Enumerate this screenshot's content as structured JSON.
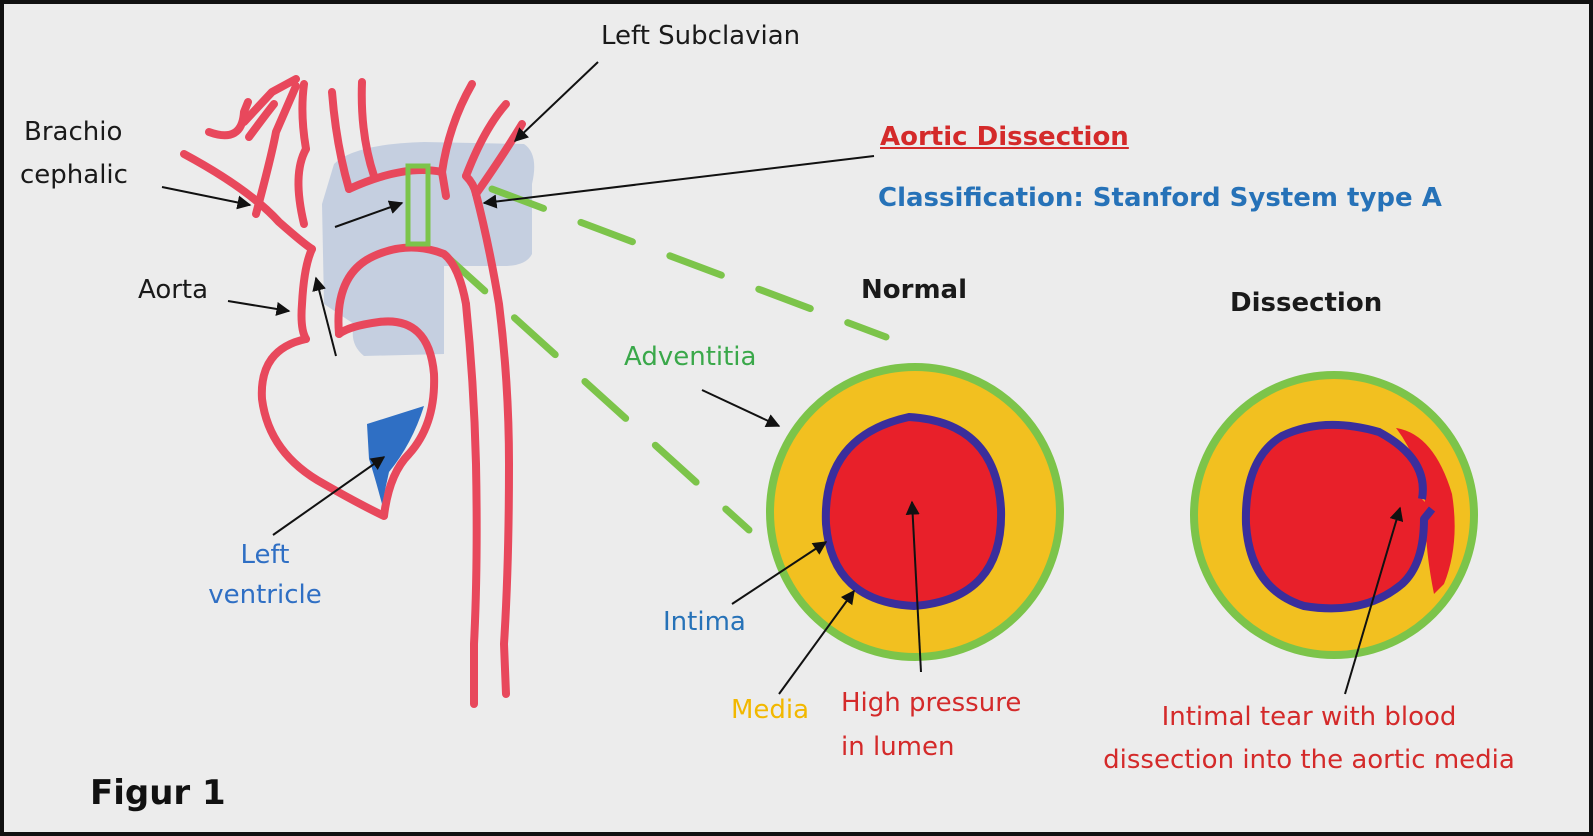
{
  "labels": {
    "left_subclavian": "Left Subclavian",
    "brachio": "Brachio",
    "cephalic": "cephalic",
    "aorta": "Aorta",
    "left_ventricle_1": "Left",
    "left_ventricle_2": "ventricle",
    "title": "Aortic Dissection",
    "classification": "Classification: Stanford System type A",
    "normal": "Normal",
    "dissection": "Dissection",
    "adventitia": "Adventitia",
    "intima": "Intima",
    "media": "Media",
    "high_pressure_1": "High pressure",
    "high_pressure_2": "in lumen",
    "tear_1": "Intimal tear with blood",
    "tear_2": "dissection into the aortic media",
    "figure": "Figur 1"
  },
  "colors": {
    "background": "#ececec",
    "vessel_red": "#e8485c",
    "lumen_red": "#e8202a",
    "media_yellow": "#f2c020",
    "adventitia_green": "#7cc44a",
    "intima_blue": "#3a2e9c",
    "ventricle_blue": "#2f6fc4",
    "highlight_blue": "#b8c6dc",
    "title_red": "#d42a2a",
    "classification_blue": "#2672b8",
    "label_black": "#1a1a1a"
  }
}
